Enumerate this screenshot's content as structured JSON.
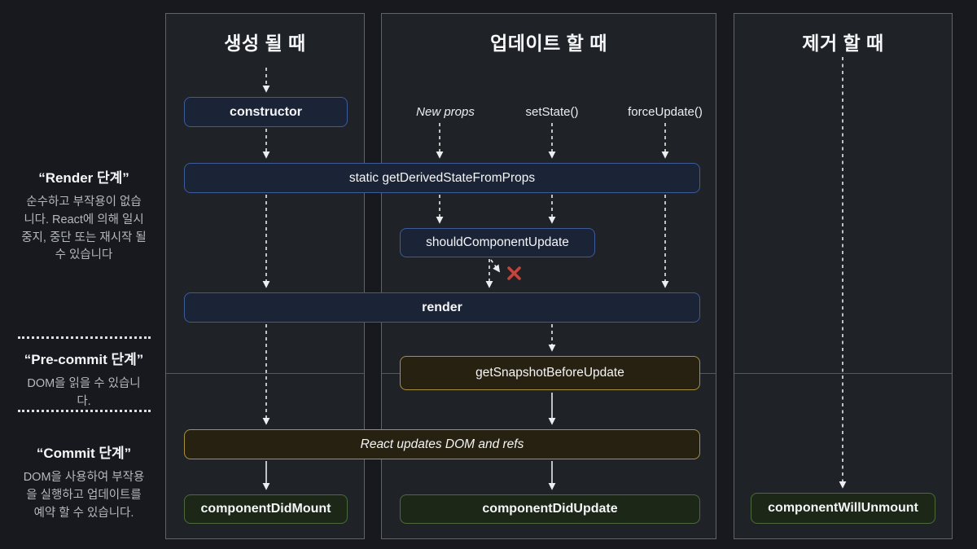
{
  "sidebar": {
    "sections": [
      {
        "title": "“Render 단계”",
        "body": "순수하고 부작용이 없습\n니다. React에 의해 일시\n중지, 중단 또는 재시작 될\n수 있습니다"
      },
      {
        "title": "“Pre-commit 단계”",
        "body": "DOM을 읽을 수 있습니\n다."
      },
      {
        "title": "“Commit 단계”",
        "body": "DOM을 사용하여 부작용\n을 실행하고 업데이트를\n예약 할 수 있습니다."
      }
    ]
  },
  "columns": [
    {
      "title": "생성 될 때"
    },
    {
      "title": "업데이트 할 때"
    },
    {
      "title": "제거 할 때"
    }
  ],
  "update_triggers": [
    {
      "label": "New props"
    },
    {
      "label": "setState()"
    },
    {
      "label": "forceUpdate()"
    }
  ],
  "nodes": {
    "ctor": "constructor",
    "get_derived_state_from_props": "static getDerivedStateFromProps",
    "should_component_update": "shouldComponentUpdate",
    "render": "render",
    "get_snapshot_before_update": "getSnapshotBeforeUpdate",
    "react_updates_dom": "React updates DOM and refs",
    "component_did_mount": "componentDidMount",
    "component_did_update": "componentDidUpdate",
    "component_will_unmount": "componentWillUnmount"
  },
  "colors": {
    "page_bg": "#17191e",
    "panel_bg": "#1f2227",
    "panel_border": "#60646a",
    "blue_border": "#3d5c9a",
    "blue_bg": "#1b2436",
    "gold_border": "#a8913e",
    "gold_bg": "#272112",
    "green_border": "#4c6b3c",
    "green_bg": "#1d2718",
    "red_x": "#c0453c",
    "arrow": "#e8eaec"
  }
}
